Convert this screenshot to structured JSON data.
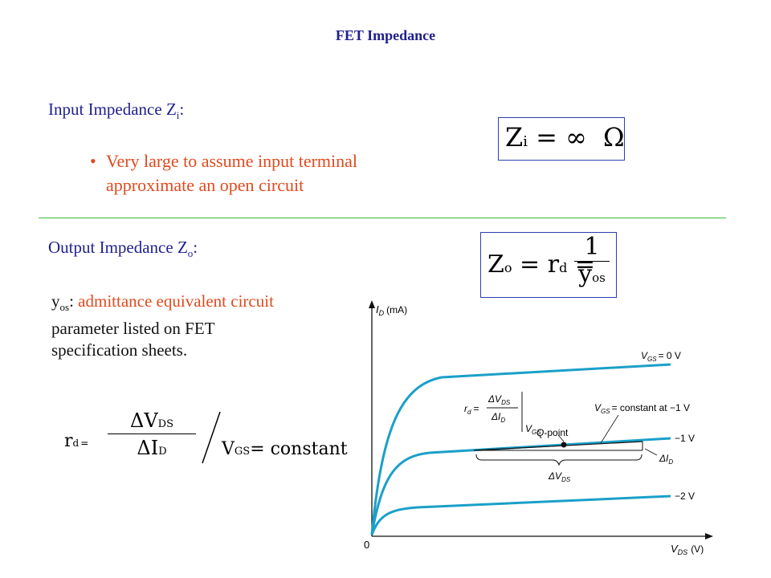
{
  "title": "FET Impedance",
  "input": {
    "heading": "Input Impedance Z",
    "heading_sub": "i",
    "heading_tail": ":",
    "bullet": "•",
    "bullet_line1": "Very large to assume input terminal",
    "bullet_line2": "approximate an open circuit",
    "formula": {
      "lhs": "Z",
      "lhs_sub": "i",
      "eq": "=",
      "rhs": "∞",
      "unit": "Ω"
    }
  },
  "output": {
    "heading": "Output Impedance Z",
    "heading_sub": "o",
    "heading_tail": ":",
    "formula": {
      "lhs": "Z",
      "lhs_sub": "o",
      "eq1": "=",
      "mid": "r",
      "mid_sub": "d",
      "eq2": "=",
      "num": "1",
      "den": "y",
      "den_sub": "os"
    },
    "yos_label": "y",
    "yos_sub": "os",
    "yos_colon": ":",
    "yos_line1": " admittance equivalent circuit",
    "yos_line2": "parameter listed on FET",
    "yos_line3": "specification sheets."
  },
  "rd_formula": {
    "lhs": "r",
    "lhs_sub": "d",
    "eq": "=",
    "num_delta": "Δ",
    "num": "V",
    "num_sub": "DS",
    "den_delta": "Δ",
    "den": "I",
    "den_sub": "D",
    "cond": "V",
    "cond_sub": "GS",
    "cond_tail": "= constant"
  },
  "graph": {
    "y_axis_label": "I",
    "y_axis_sub": "D",
    "y_axis_unit": "(mA)",
    "x_axis_label": "V",
    "x_axis_sub": "DS",
    "x_axis_unit": "(V)",
    "origin": "0",
    "curve_labels": [
      {
        "prefix": "V",
        "sub": "GS",
        "text": "= 0 V"
      },
      {
        "prefix": "",
        "sub": "",
        "text": "−1 V"
      },
      {
        "prefix": "",
        "sub": "",
        "text": "−2 V"
      }
    ],
    "annotation_rd": {
      "r": "r",
      "r_sub": "d",
      "eq": "=",
      "num": "ΔV",
      "num_sub": "DS",
      "den": "ΔI",
      "den_sub": "D",
      "cond": "V",
      "cond_sub": "GS"
    },
    "annotation_const": {
      "prefix": "V",
      "sub": "GS",
      "text": "= constant at −1 V"
    },
    "annotation_q": {
      "q": "Q",
      "text": "-point"
    },
    "annotation_di": {
      "text": "ΔI",
      "sub": "D"
    },
    "annotation_dv": {
      "text": "ΔV",
      "sub": "DS"
    },
    "curve_color": "#1aa0c8"
  }
}
